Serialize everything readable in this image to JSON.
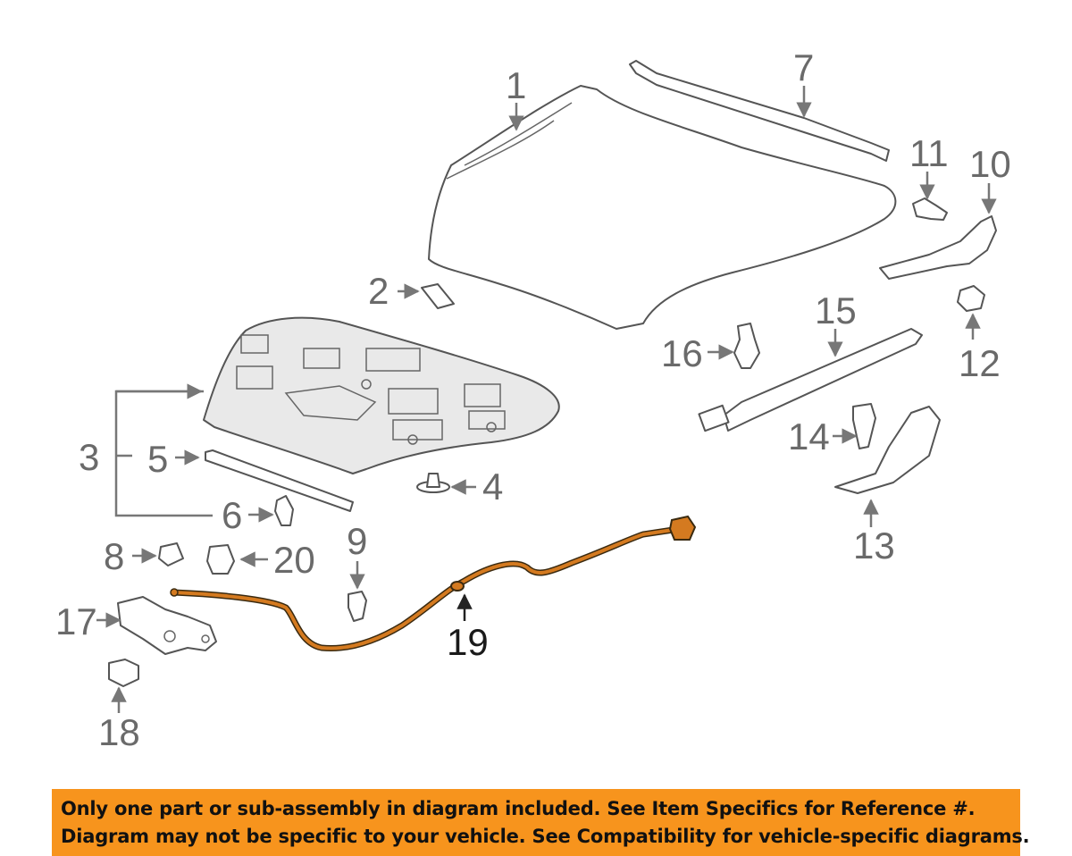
{
  "diagram": {
    "callouts": [
      "1",
      "2",
      "3",
      "4",
      "5",
      "6",
      "7",
      "8",
      "9",
      "10",
      "11",
      "12",
      "13",
      "14",
      "15",
      "16",
      "17",
      "18",
      "19",
      "20"
    ],
    "highlighted_part": "19",
    "highlight_color": "#d47a20",
    "banner_color": "#f7941d"
  },
  "banner": {
    "line1": "Only one part or sub-assembly in diagram included. See Item Specifics for Reference #.",
    "line2": "Diagram may not be specific to your vehicle. See Compatibility for vehicle-specific diagrams."
  }
}
